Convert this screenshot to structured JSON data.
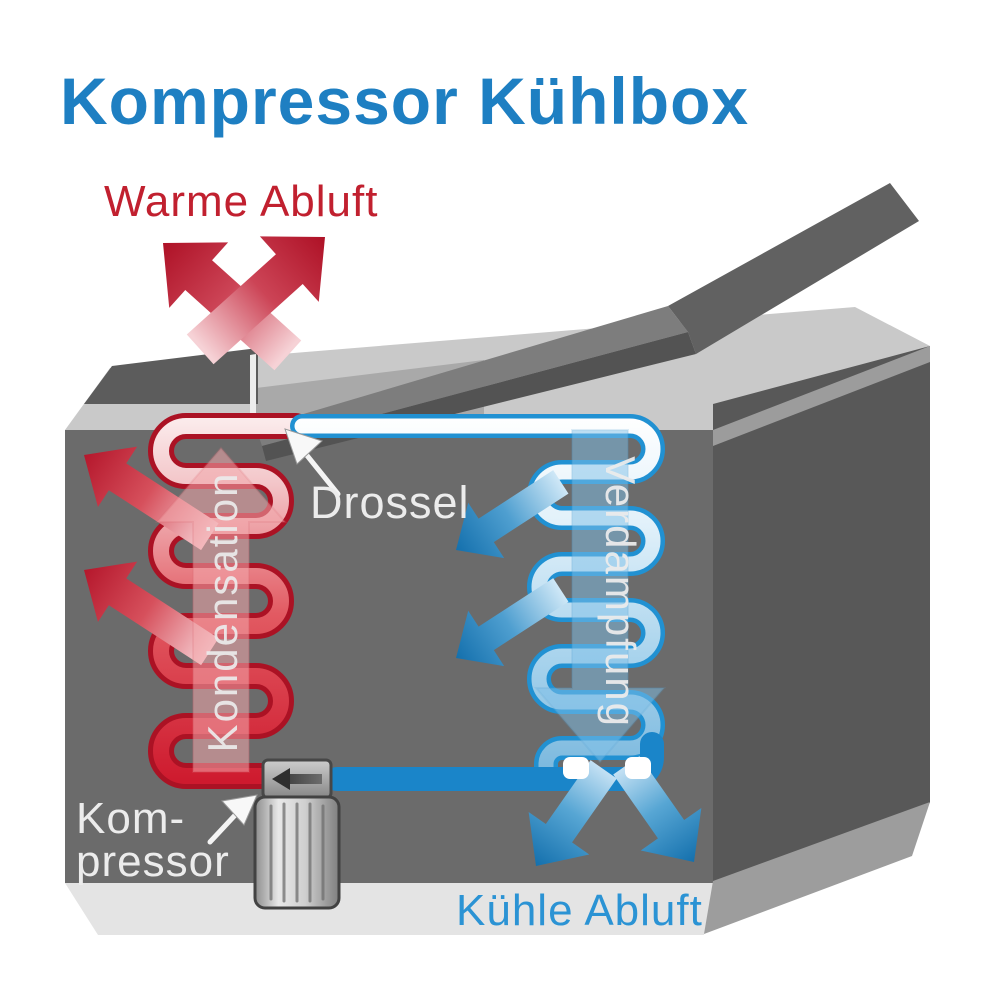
{
  "title": {
    "text": "Kompressor Kühlbox"
  },
  "labels": {
    "warm_exhaust": "Warme Abluft",
    "throttle": "Drossel",
    "condensation": "Kondensation",
    "evaporation": "Verdampfung",
    "compressor_line1": "Kom-",
    "compressor_line2": "pressor",
    "cool_exhaust": "Kühle Abluft"
  },
  "colors": {
    "title_blue": "#1e7fc2",
    "warm_red": "#c1202f",
    "cool_blue": "#2b93d4",
    "coil_red_outline": "#ab1224",
    "coil_blue_outline": "#2191d2",
    "pipe_blue": "#1a85c9",
    "box_front_gray": "#6b6b6b",
    "label_white": "#ececec"
  },
  "icons": {
    "warm_flow": "curved-arrows-up-out",
    "heat_release": "arrow-up-left",
    "cold_release": "arrow-down-left",
    "cool_flow": "curved-arrows-down-out",
    "condensation_flow": "big-arrow-up",
    "evaporation_flow": "big-arrow-down",
    "throttle_pointer": "cursor-arrow",
    "compressor_pointer": "cursor-arrow",
    "compressor_inlet": "arrow-left"
  }
}
